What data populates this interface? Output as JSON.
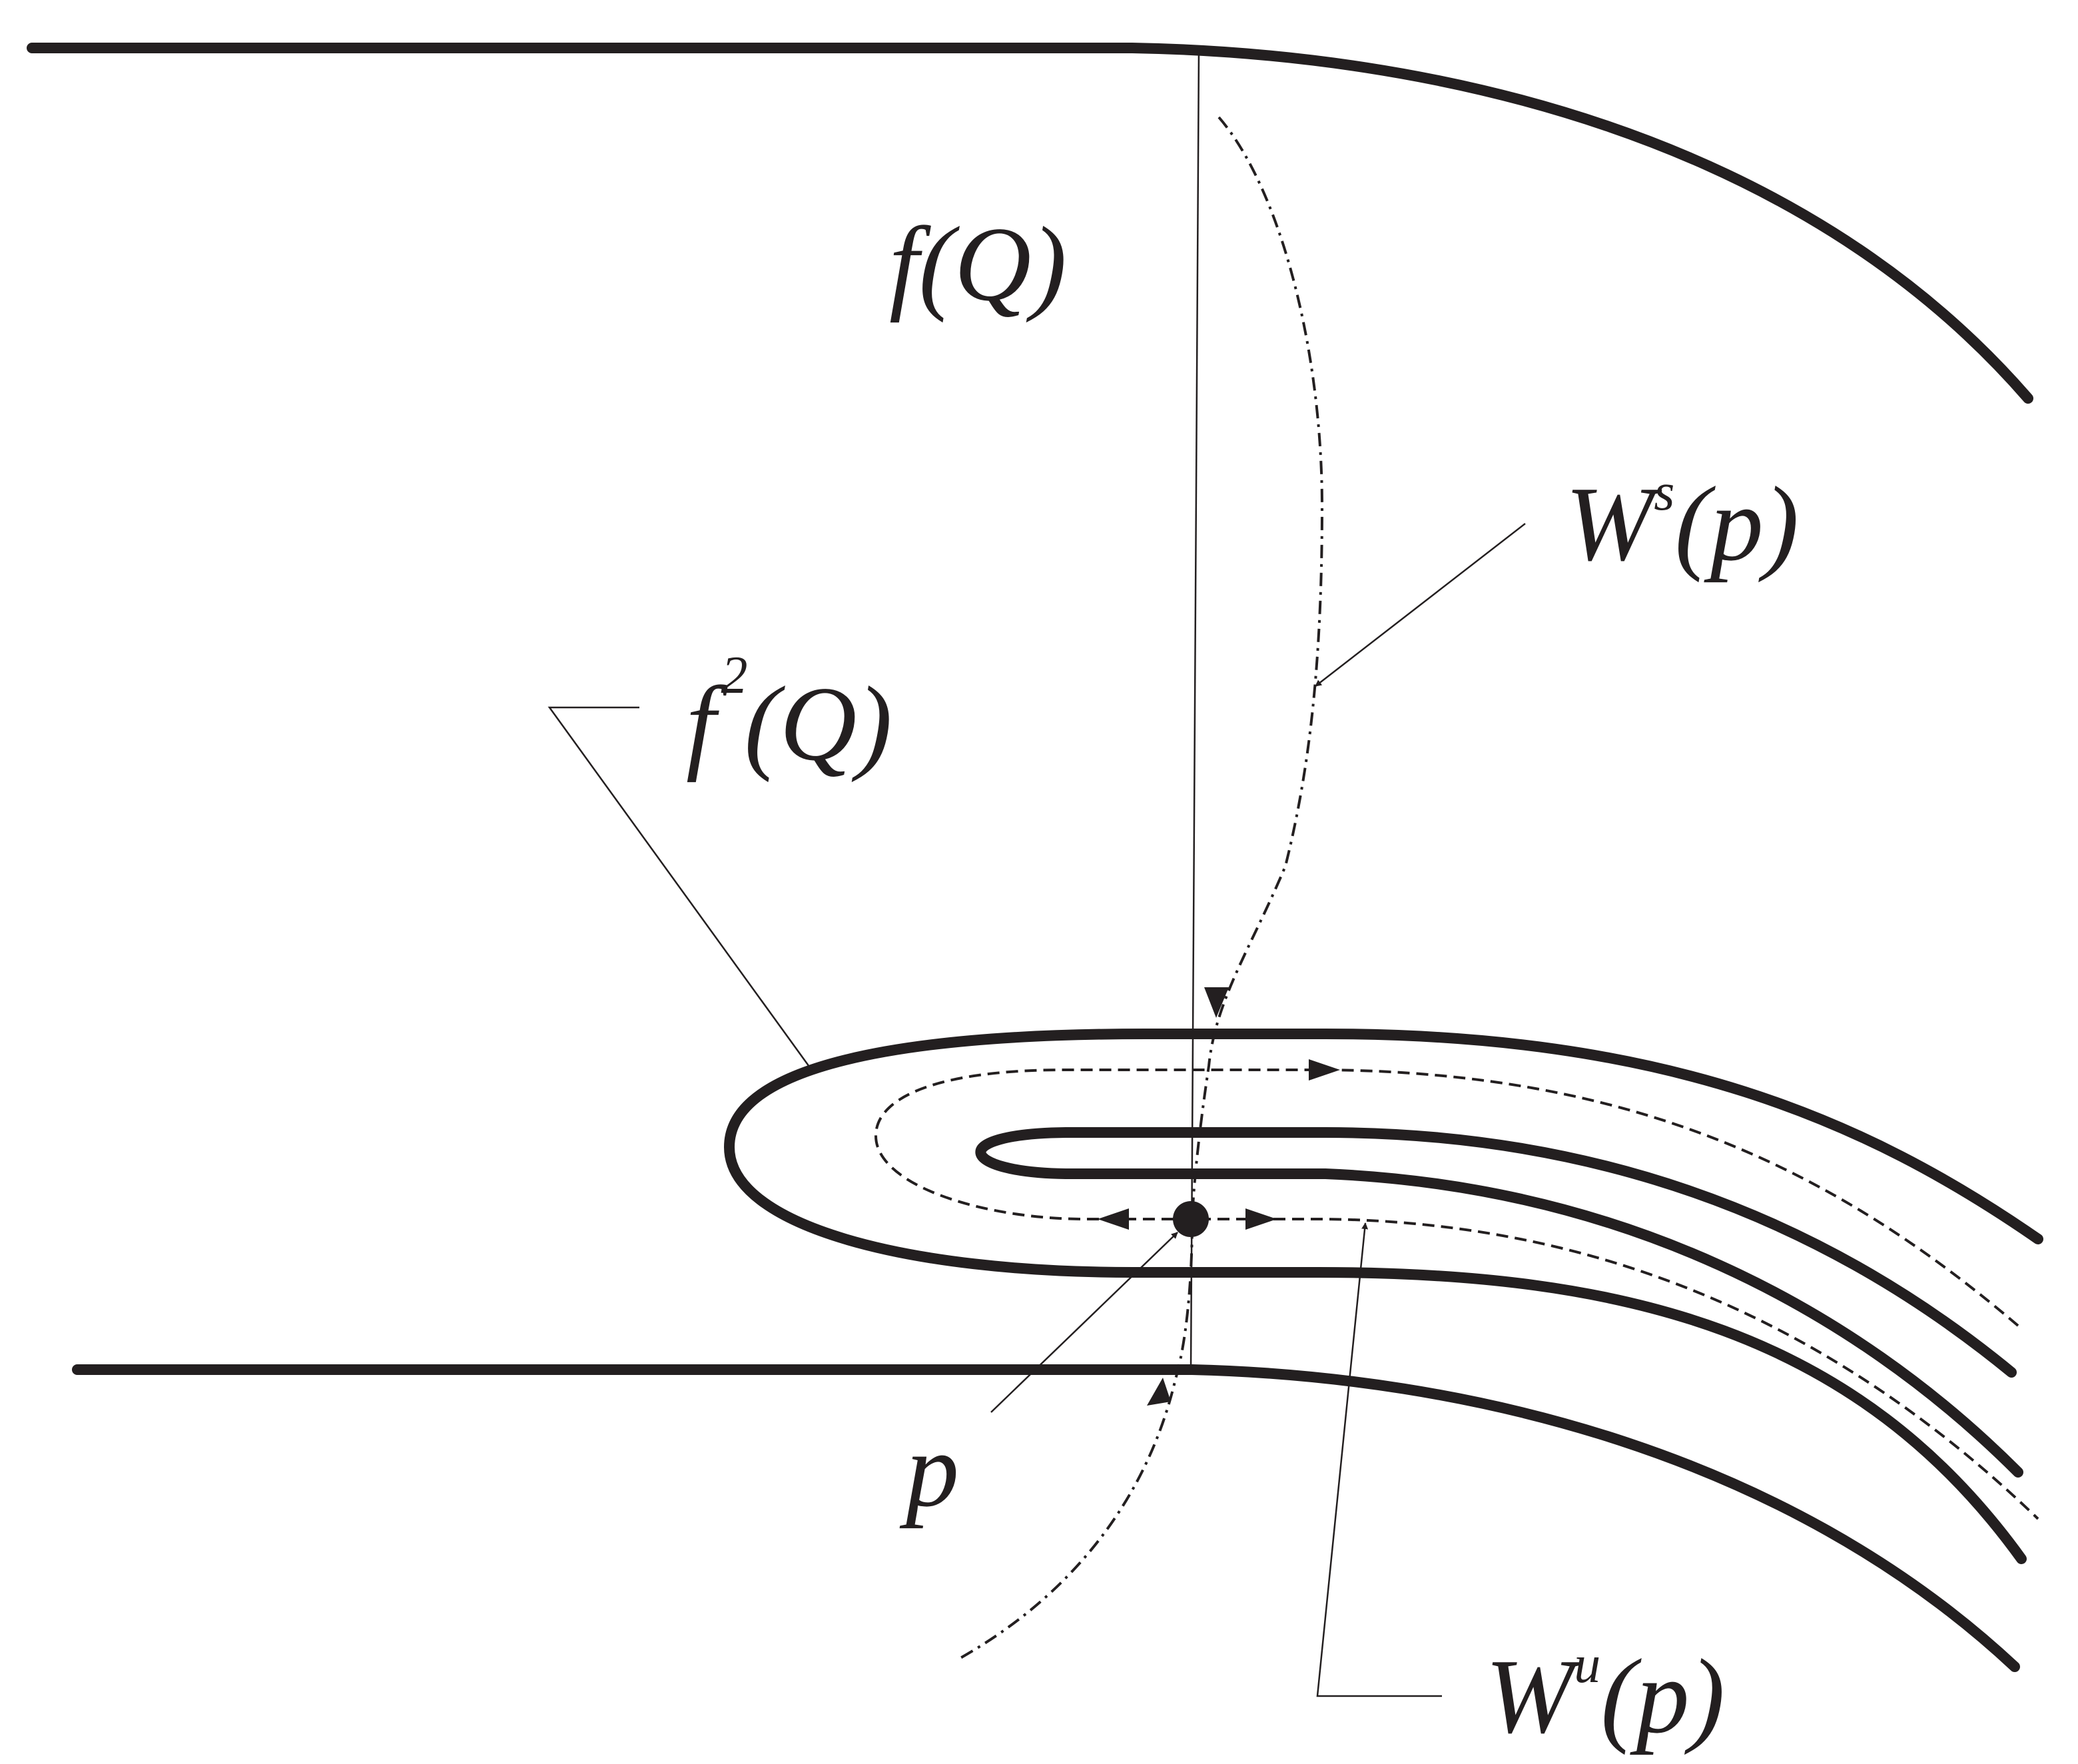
{
  "labels": {
    "fQ": "f(Q)",
    "f2Q_base": "f",
    "f2Q_sup": "2",
    "f2Q_rest": "(Q)",
    "ws_base": "W",
    "ws_sup": "s",
    "ws_rest": "(p)",
    "wu_base": "W",
    "wu_sup": "u",
    "wu_rest": "(p)",
    "p": "p"
  },
  "colors": {
    "ink": "#231f20",
    "background": "#ffffff"
  }
}
